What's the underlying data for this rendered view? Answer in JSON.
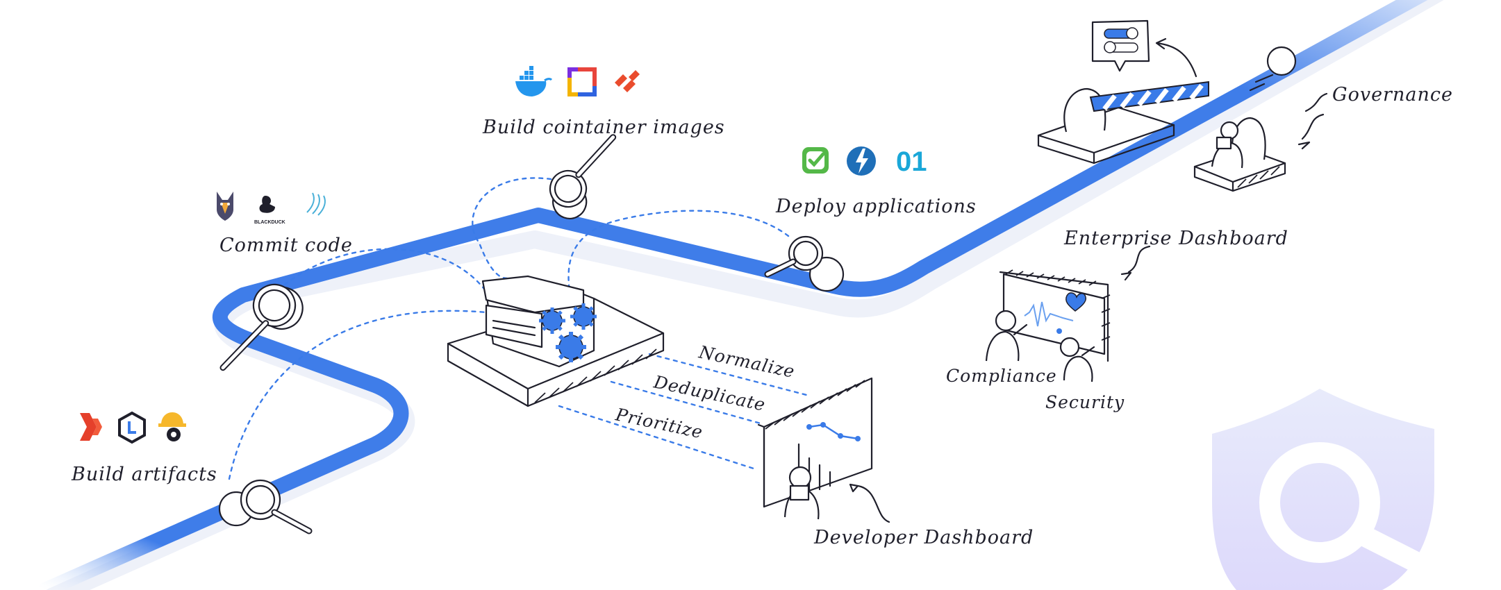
{
  "labels": {
    "build_container_images": "Build cointainer images",
    "deploy_applications": "Deploy applications",
    "commit_code": "Commit code",
    "build_artifacts": "Build artifacts",
    "governance": "Governance",
    "enterprise_dashboard": "Enterprise Dashboard",
    "compliance": "Compliance",
    "security": "Security",
    "normalize": "Normalize",
    "deduplicate": "Deduplicate",
    "prioritize": "Prioritize",
    "developer_dashboard": "Developer Dashboard",
    "blackduck_text": "BLACKDUCK",
    "octopus_text": "01"
  },
  "colors": {
    "pipeline": "#3f7de9",
    "pipeline_shadow": "#eef1f9",
    "dotted": "#3a7be8",
    "gear": "#3a7be8",
    "ink": "#1f1f2b",
    "shield": "#e4e3fb",
    "docker": "#2496ed",
    "jfrog": "#e5402b",
    "checkmarx": "#54b848",
    "zap": "#1f6fb8"
  },
  "icons": [
    "docker-icon",
    "container-logo-icon",
    "palo-alto-icon",
    "snyk-dog-icon",
    "blackduck-icon",
    "wave-logo-icon",
    "checkmarx-icon",
    "zap-icon",
    "octopus-icon",
    "jfrog-icon",
    "linux-hexagon-icon",
    "hardhat-gear-icon",
    "magnifier-icon",
    "toggle-bubble-icon",
    "heart-icon",
    "shield-search-icon",
    "gears-icon"
  ]
}
